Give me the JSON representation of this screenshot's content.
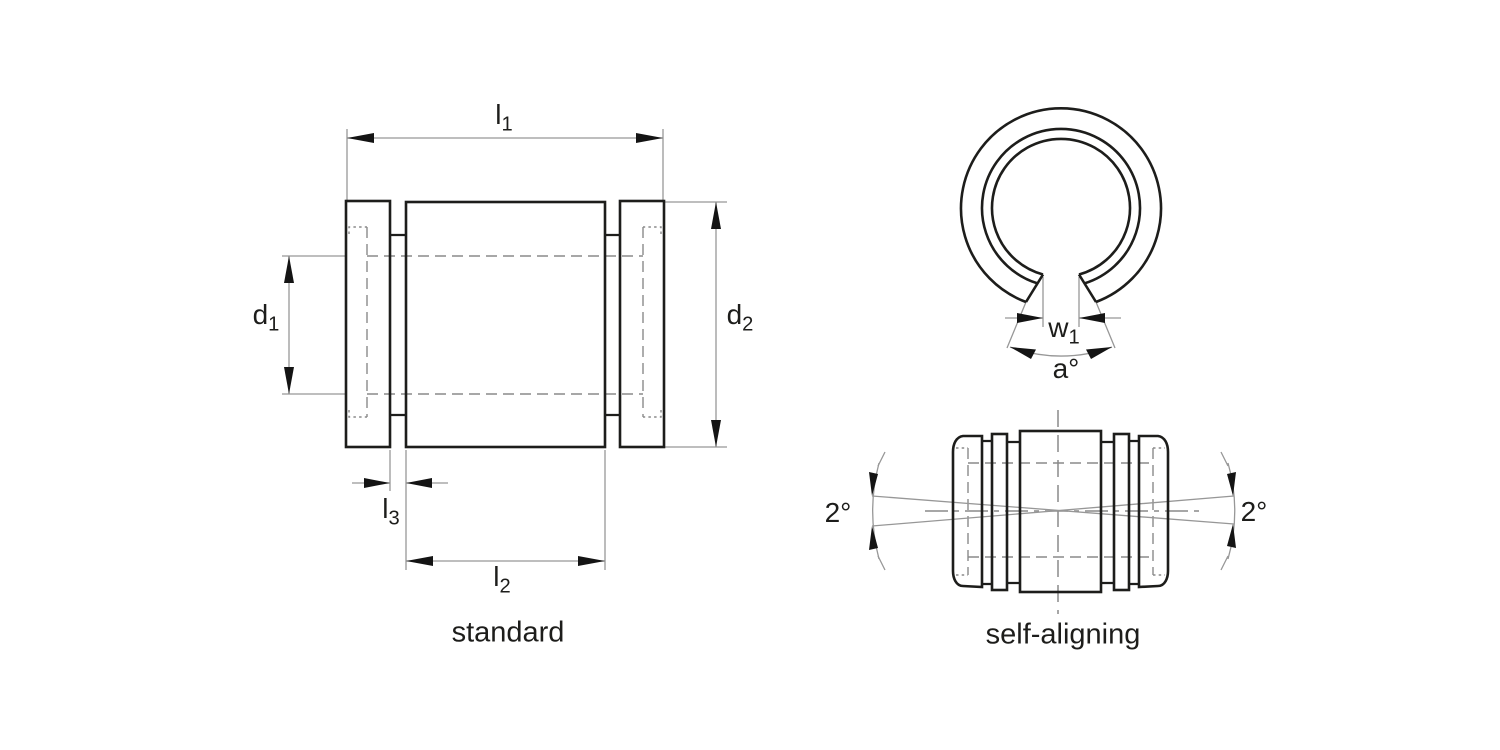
{
  "colors": {
    "outline": "#1d1d1b",
    "thin_line": "#979797",
    "dashed_line": "#8a8a8a",
    "text": "#1d1d1b",
    "background": "#ffffff"
  },
  "standard_view": {
    "caption": "standard",
    "dimensions": {
      "l1": {
        "base": "l",
        "sub": "1"
      },
      "l2": {
        "base": "l",
        "sub": "2"
      },
      "l3": {
        "base": "l",
        "sub": "3"
      },
      "d1": {
        "base": "d",
        "sub": "1"
      },
      "d2": {
        "base": "d",
        "sub": "2"
      }
    }
  },
  "self_aligning_view": {
    "caption": "self-aligning",
    "dimensions": {
      "w1": {
        "base": "w",
        "sub": "1"
      },
      "slot_angle": "a°",
      "tilt_angle_left": "2°",
      "tilt_angle_right": "2°"
    }
  }
}
